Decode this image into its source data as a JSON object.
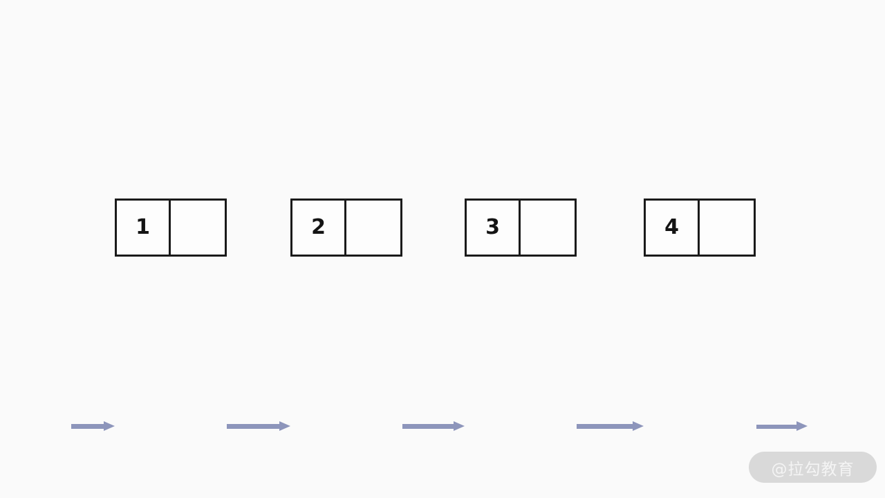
{
  "diagram": {
    "type": "singly-linked-list",
    "background_color": "#fafafa",
    "node_border_color": "#1a1a1a",
    "arrow_color": "#8d95bb",
    "nodes": [
      {
        "value": "1",
        "next_label": ""
      },
      {
        "value": "2",
        "next_label": ""
      },
      {
        "value": "3",
        "next_label": ""
      },
      {
        "value": "4",
        "next_label": ""
      }
    ],
    "arrows": [
      {
        "name": "head-pointer-arrow",
        "label": ""
      },
      {
        "name": "link-arrow-1-to-2",
        "label": ""
      },
      {
        "name": "link-arrow-2-to-3",
        "label": ""
      },
      {
        "name": "link-arrow-3-to-4",
        "label": ""
      },
      {
        "name": "tail-pointer-arrow",
        "label": ""
      }
    ]
  },
  "watermark": {
    "text": "@拉勾教育",
    "background_color": "#d9d9d9",
    "text_color": "#f4f4f4"
  }
}
